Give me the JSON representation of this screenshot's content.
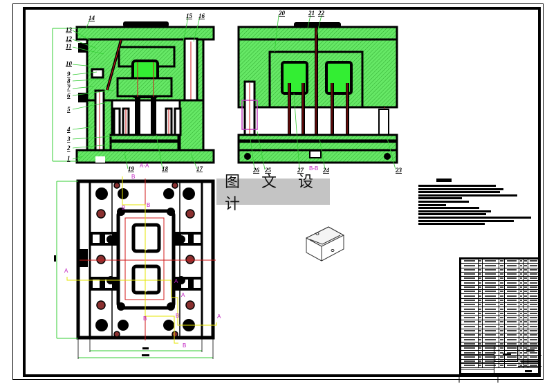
{
  "drawing": {
    "type": "Injection mold assembly drawing",
    "watermark_text": "图 文 设 计",
    "colors": {
      "hatch_green": "#5ee65e",
      "insert_green": "#33ee33",
      "outline_black": "#000000",
      "centerline_red": "#d01818",
      "dimension_green": "#33cc33",
      "section_magenta": "#c020c0",
      "section_line_yellow": "#e6e600",
      "watermark_gray": "#c4c4c4"
    }
  },
  "section_a": {
    "label": "A-A",
    "part_labels_left": [
      "13",
      "12",
      "11",
      "10",
      "9",
      "8",
      "7",
      "6",
      "5",
      "4",
      "3",
      "2",
      "1"
    ],
    "part_labels_top": [
      "14",
      "15",
      "16"
    ],
    "part_labels_bottom": [
      "19",
      "18",
      "17"
    ],
    "height_dimension": "—"
  },
  "section_b": {
    "label": "B-B",
    "part_labels_top": [
      "20",
      "21",
      "22"
    ],
    "part_labels_bottom": [
      "26",
      "25",
      "27",
      "24",
      "23"
    ]
  },
  "plan_view": {
    "section_marks": [
      "A",
      "A",
      "A",
      "A",
      "B",
      "B",
      "B",
      "B",
      "B",
      "B"
    ],
    "dimension_inner_width": "—",
    "dimension_outer_width": "—",
    "dimension_height": "—"
  },
  "part_icon": {
    "name": "isometric-box-part"
  },
  "technical_notes": {
    "line_count": 13
  },
  "bom_table": {
    "row_count": 25
  },
  "title_block": {
    "cells": 20
  }
}
